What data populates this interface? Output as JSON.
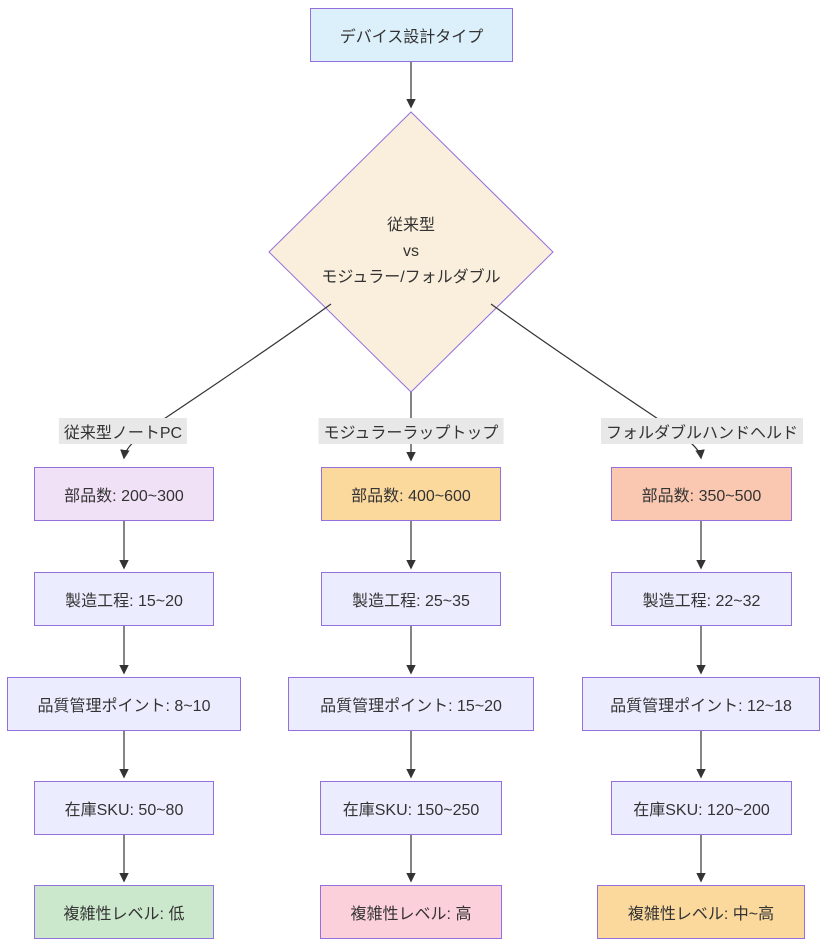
{
  "colors": {
    "background": "#ffffff",
    "node_border": "#9370db",
    "edge_color": "#333333",
    "text_color": "#333333",
    "label_bg": "#e8e8e8"
  },
  "diagram": {
    "root": {
      "label": "デバイス設計タイプ",
      "fill": "#dcf0fb"
    },
    "decision": {
      "lines": [
        "従来型",
        "vs",
        "モジュラー/フォルダブル"
      ],
      "fill": "#faefdc"
    },
    "branches": [
      {
        "edge_label": "従来型ノートPC",
        "nodes": [
          {
            "label": "部品数: 200~300",
            "fill": "#f0e1f6"
          },
          {
            "label": "製造工程: 15~20",
            "fill": "#ececff"
          },
          {
            "label": "品質管理ポイント: 8~10",
            "fill": "#ececff"
          },
          {
            "label": "在庫SKU: 50~80",
            "fill": "#ececff"
          },
          {
            "label": "複雑性レベル: 低",
            "fill": "#cbe7cc"
          }
        ]
      },
      {
        "edge_label": "モジュラーラップトップ",
        "nodes": [
          {
            "label": "部品数: 400~600",
            "fill": "#fbd99d"
          },
          {
            "label": "製造工程: 25~35",
            "fill": "#ececff"
          },
          {
            "label": "品質管理ポイント: 15~20",
            "fill": "#ececff"
          },
          {
            "label": "在庫SKU: 150~250",
            "fill": "#ececff"
          },
          {
            "label": "複雑性レベル: 高",
            "fill": "#fbd0da"
          }
        ]
      },
      {
        "edge_label": "フォルダブルハンドヘルド",
        "nodes": [
          {
            "label": "部品数: 350~500",
            "fill": "#fac8b0"
          },
          {
            "label": "製造工程: 22~32",
            "fill": "#ececff"
          },
          {
            "label": "品質管理ポイント: 12~18",
            "fill": "#ececff"
          },
          {
            "label": "在庫SKU: 120~200",
            "fill": "#ececff"
          },
          {
            "label": "複雑性レベル: 中~高",
            "fill": "#fbd99d"
          }
        ]
      }
    ]
  }
}
